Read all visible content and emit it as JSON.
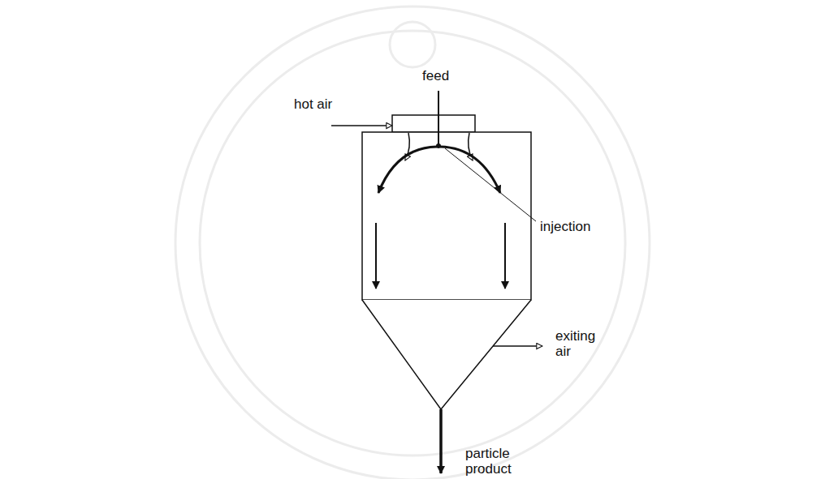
{
  "diagram": {
    "labels": [
      "feed",
      "hot air",
      "injection",
      "exiting air",
      "particle product"
    ]
  }
}
